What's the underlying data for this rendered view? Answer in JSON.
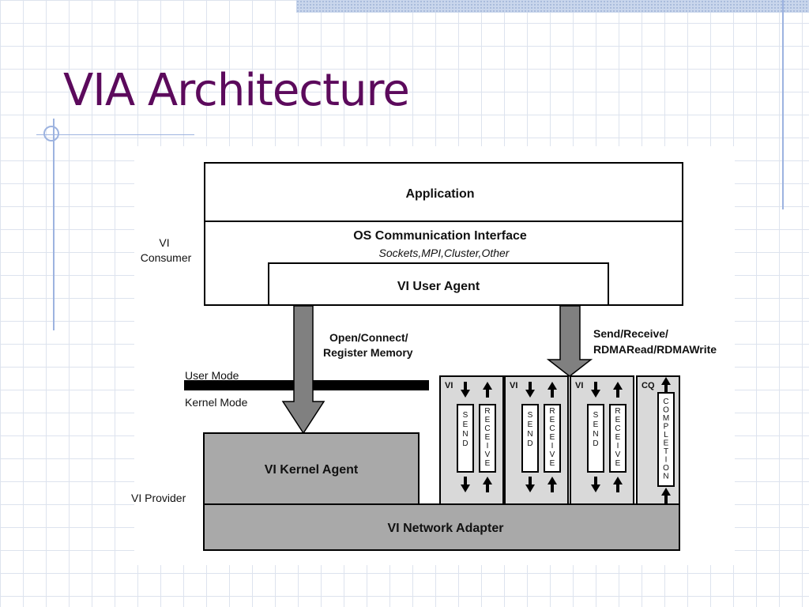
{
  "slide": {
    "title": "VIA Architecture"
  },
  "diagram": {
    "application": "Application",
    "os_interface": "OS Communication Interface",
    "os_interface_sub": "Sockets,MPI,Cluster,Other",
    "user_agent": "VI User Agent",
    "vi_consumer": [
      "VI",
      "Consumer"
    ],
    "open_connect": [
      "Open/Connect/",
      "Register Memory"
    ],
    "send_receive": [
      "Send/Receive/",
      "RDMARead/RDMAWrite"
    ],
    "user_mode": "User Mode",
    "kernel_mode": "Kernel Mode",
    "kernel_agent": "VI Kernel Agent",
    "vi_provider": "VI Provider",
    "network_adapter": "VI Network Adapter",
    "vi_label": "VI",
    "cq_label": "CQ",
    "send": "SEND",
    "receive": "RECEIVE",
    "completion": "COMPLETION",
    "colors": {
      "title": "#5c0a5c",
      "block_gray": "#a9a9a9",
      "panel_gray": "#d9d9d9",
      "arrow_gray": "#808080"
    }
  }
}
